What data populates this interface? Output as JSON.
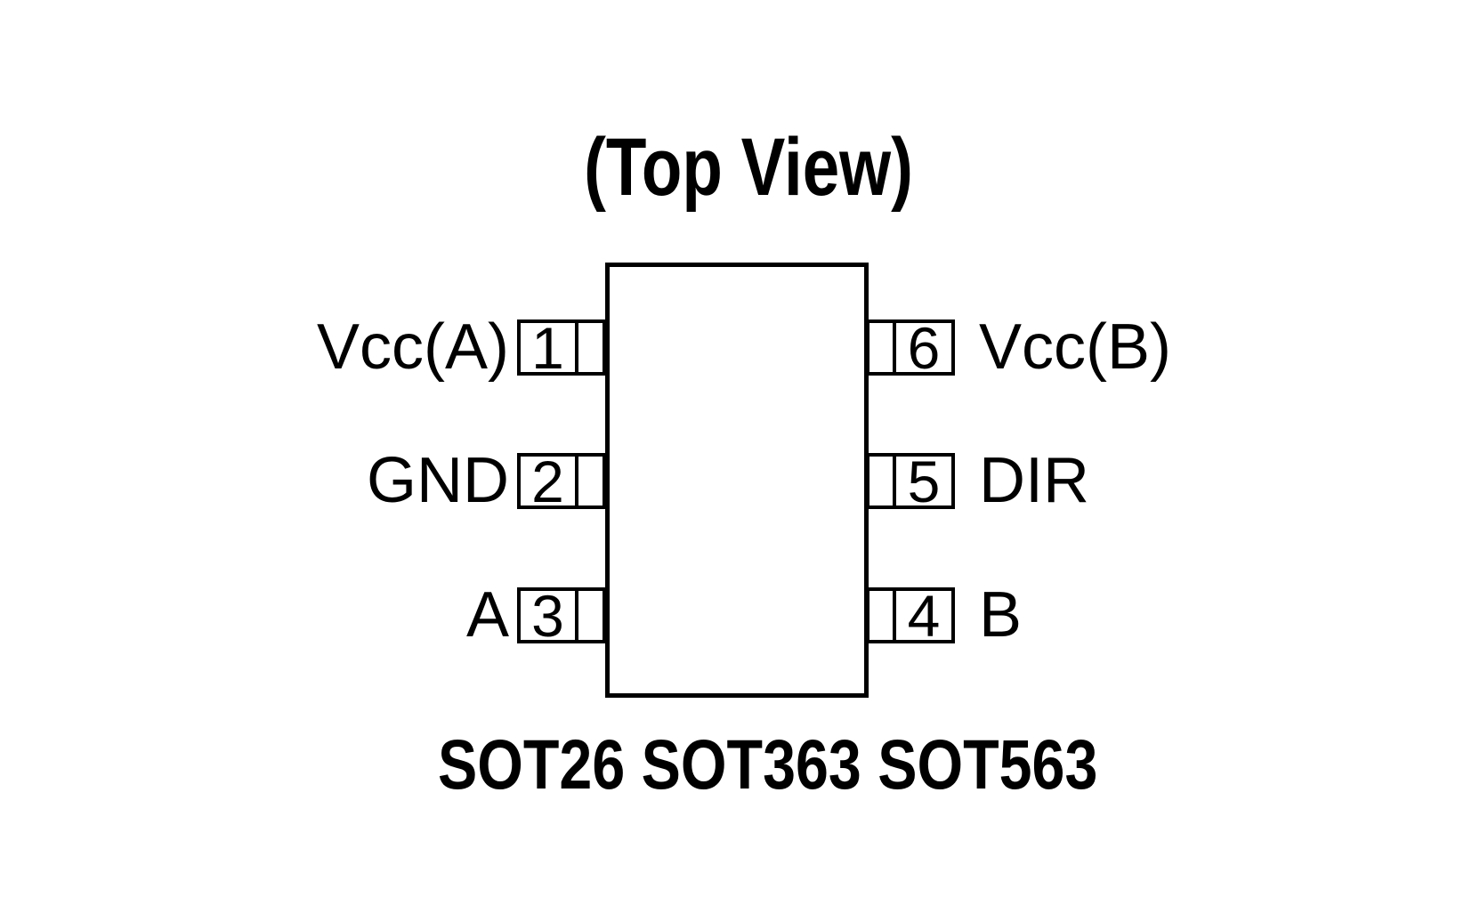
{
  "title": "(Top View)",
  "caption": "SOT26 SOT363 SOT563",
  "colors": {
    "line": "#000000",
    "background": "#ffffff"
  },
  "pins": {
    "left": [
      {
        "number": "1",
        "label": "Vcc(A)"
      },
      {
        "number": "2",
        "label": "GND"
      },
      {
        "number": "3",
        "label": "A"
      }
    ],
    "right": [
      {
        "number": "6",
        "label": "Vcc(B)"
      },
      {
        "number": "5",
        "label": "DIR"
      },
      {
        "number": "4",
        "label": "B"
      }
    ]
  }
}
